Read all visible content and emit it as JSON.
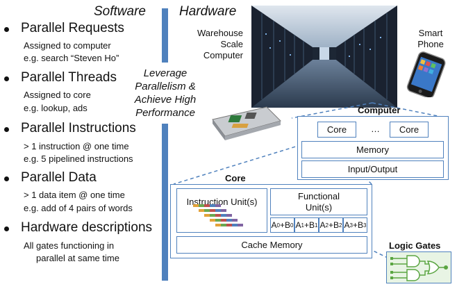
{
  "headers": {
    "software": "Software",
    "hardware": "Hardware"
  },
  "bullets": [
    {
      "title": "Parallel Requests",
      "lines": [
        "Assigned to computer",
        "e.g. search “Steven Ho”"
      ]
    },
    {
      "title": "Parallel Threads",
      "lines": [
        "Assigned to core",
        "e.g. lookup, ads"
      ]
    },
    {
      "title": "Parallel Instructions",
      "lines": [
        "> 1 instruction @ one time",
        "e.g. 5 pipelined instructions"
      ]
    },
    {
      "title": "Parallel Data",
      "lines": [
        "> 1 data item @ one time",
        "e.g. add of 4 pairs of words"
      ]
    },
    {
      "title": "Hardware descriptions",
      "lines": [
        "All gates functioning in",
        "parallel at same time"
      ]
    }
  ],
  "leverage": [
    "Leverage",
    "Parallelism &",
    "Achieve High",
    "Performance"
  ],
  "warehouse": [
    "Warehouse",
    "Scale",
    "Computer"
  ],
  "smartphone": [
    "Smart",
    "Phone"
  ],
  "computer": {
    "title": "Computer",
    "core1": "Core",
    "dots": "…",
    "core2": "Core",
    "memory": "Memory",
    "io": "Input/Output"
  },
  "core": {
    "title": "Core",
    "instruction_unit": "Instruction Unit(s)",
    "functional_unit": "Functional Unit(s)",
    "cache": "Cache Memory"
  },
  "adders": [
    {
      "a": "A",
      "ai": "0",
      "b": "B",
      "bi": "0"
    },
    {
      "a": "A",
      "ai": "1",
      "b": "B",
      "bi": "1"
    },
    {
      "a": "A",
      "ai": "2",
      "b": "B",
      "bi": "2"
    },
    {
      "a": "A",
      "ai": "3",
      "b": "B",
      "bi": "3"
    }
  ],
  "logic_gates": {
    "title": "Logic Gates"
  },
  "colors": {
    "accent": "#4f81bd",
    "gate_bg": "#e8f4e4",
    "gate_green": "#5aa541"
  }
}
